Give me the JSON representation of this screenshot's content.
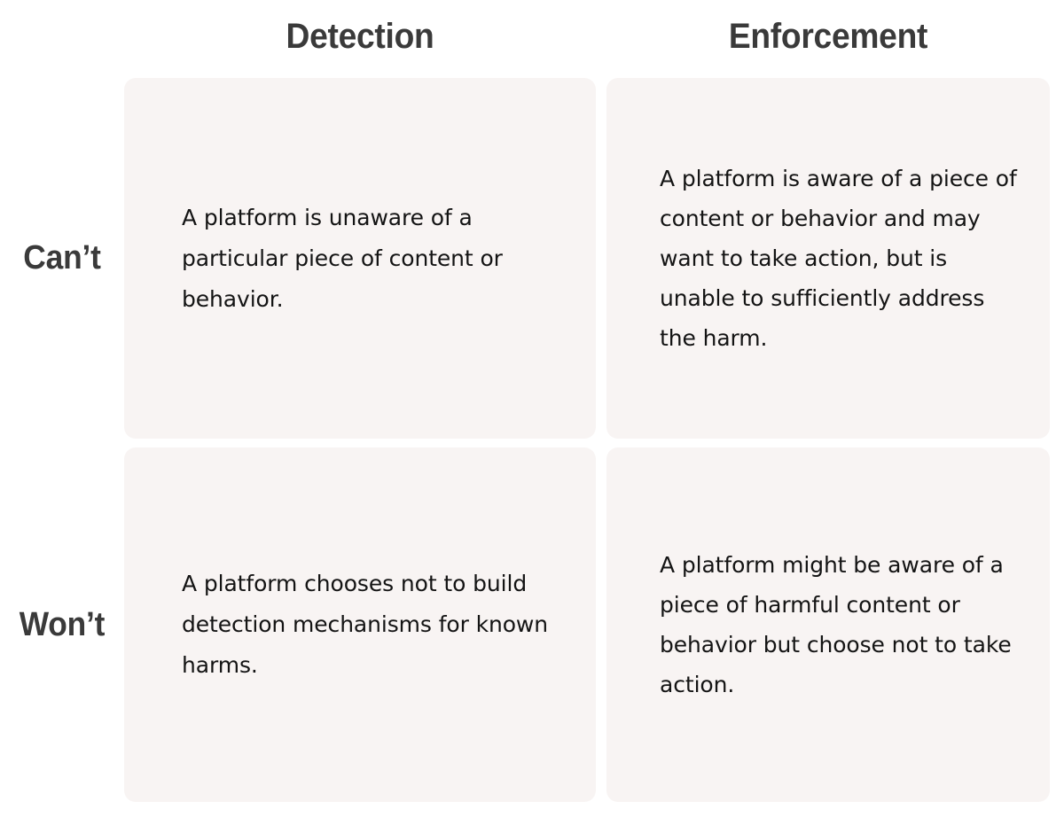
{
  "headers": {
    "columns": [
      {
        "id": "detection",
        "label": "Detection"
      },
      {
        "id": "enforcement",
        "label": "Enforcement"
      }
    ],
    "rows": [
      {
        "id": "cant",
        "label": "Can’t"
      },
      {
        "id": "wont",
        "label": "Won’t"
      }
    ]
  },
  "cells": {
    "cant_detection": "A platform is unaware of a particular piece of content or behavior.",
    "cant_enforcement": "A platform is aware of a piece of content or behavior and may want to take action, but is unable to sufficiently address the harm.",
    "wont_detection": "A platform chooses not to build detection mechanisms for known harms.",
    "wont_enforcement": "A platform might be aware of a piece of harmful content or behavior but choose not to take action."
  },
  "colors": {
    "page_background": "#FFFFFF",
    "card_background": "#F8F4F3",
    "heading_text": "#3A3A3A",
    "body_text": "#141414"
  }
}
